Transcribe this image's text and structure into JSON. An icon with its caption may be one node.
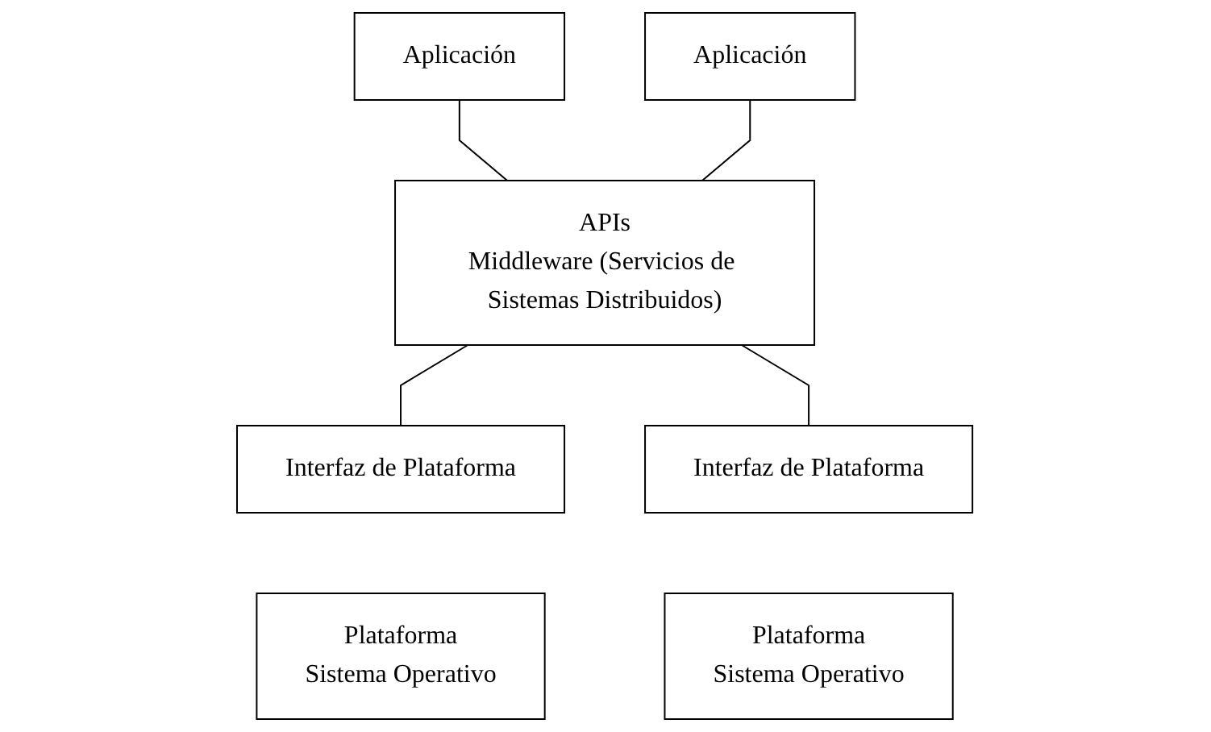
{
  "diagram": {
    "nodes": [
      {
        "text": [
          "Aplicación"
        ]
      },
      {
        "text": [
          "Aplicación"
        ]
      },
      {
        "text": [
          "APIs",
          "Middleware (Servicios de Sistemas Distribuidos)"
        ]
      },
      {
        "text": [
          "Interfaz de Plataforma"
        ]
      },
      {
        "text": [
          "Interfaz de Plataforma"
        ]
      },
      {
        "text": [
          "Plataforma",
          "Sistema Operativo"
        ]
      },
      {
        "text": [
          "Plataforma",
          "Sistema Operativo"
        ]
      }
    ],
    "edges": [
      {
        "from": 0,
        "to": 2,
        "arrow": "none"
      },
      {
        "from": 1,
        "to": 2,
        "arrow": "none"
      },
      {
        "from": 2,
        "to": 3,
        "arrow": "none"
      },
      {
        "from": 2,
        "to": 4,
        "arrow": "none"
      }
    ]
  }
}
